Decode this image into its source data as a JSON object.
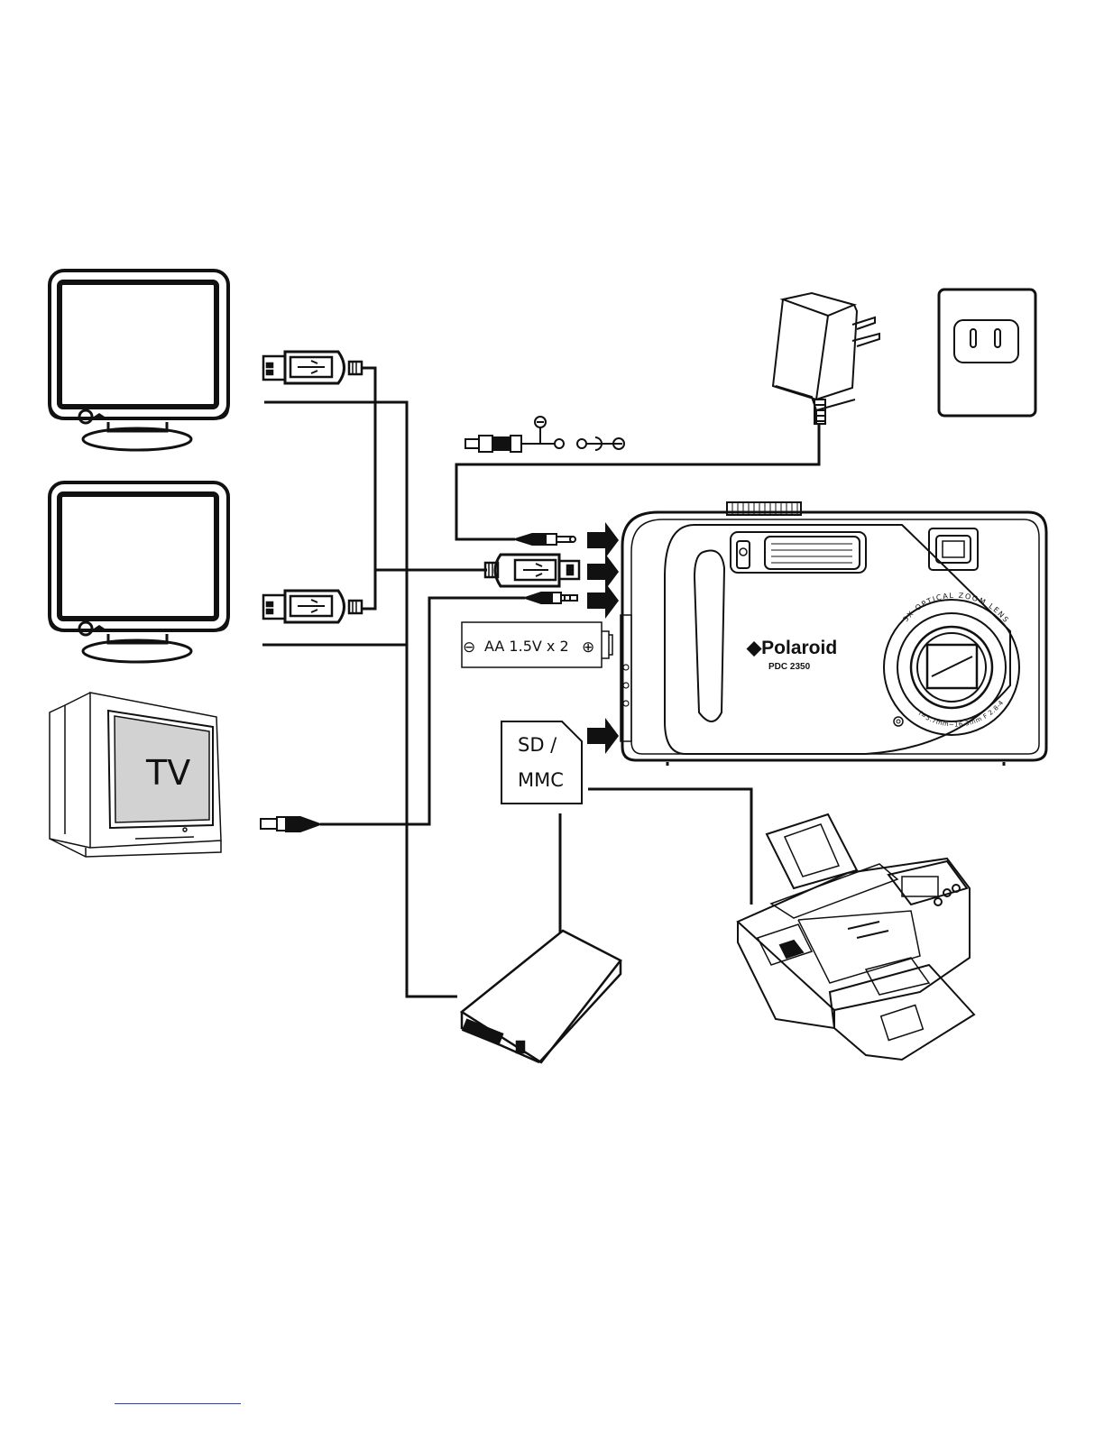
{
  "tv": {
    "label": "TV"
  },
  "battery": {
    "label": "AA 1.5V x 2",
    "minus": "⊖",
    "plus": "⊕"
  },
  "sd_card": {
    "line1": "SD /",
    "line2": "MMC"
  },
  "camera": {
    "brand": "◆Polaroid",
    "model": "PDC 2350",
    "lens_ring_top": "3X OPTICAL ZOOM LENS",
    "lens_ring_bottom": "f=5.7mm~16.3mm F 2.8-4.9"
  },
  "dc_polarity": {
    "minus": "⊖"
  },
  "colors": {
    "ink": "#111111",
    "tv_screen": "#d2d2d2",
    "footer_link": "#2a40c8"
  },
  "icons": [
    "monitor-icon",
    "usb-connector-icon",
    "rca-plug-icon",
    "dc-plug-icon",
    "ac-adapter-icon",
    "wall-outlet-icon",
    "arrow-right-icon",
    "card-reader-icon",
    "printer-icon",
    "camera-icon"
  ]
}
